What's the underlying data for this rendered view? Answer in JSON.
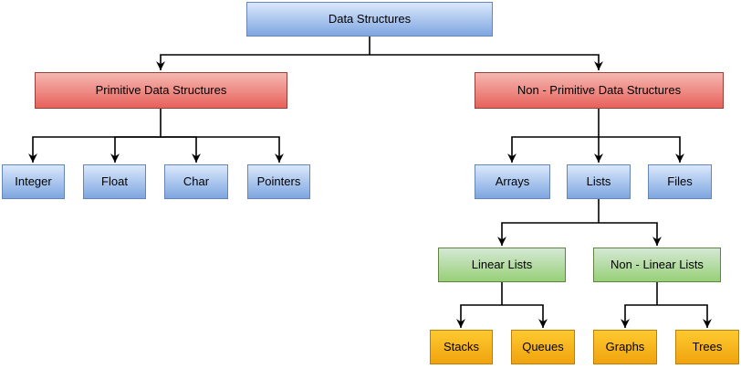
{
  "diagram": {
    "background": "#ffffff",
    "line_color": "#000000",
    "styles": {
      "blue": {
        "top": "#dae8fc",
        "bottom": "#7ea6e0",
        "border": "#6687b5"
      },
      "red": {
        "top": "#f5b7b1",
        "bottom": "#e7625b",
        "border": "#9e3d38"
      },
      "green": {
        "top": "#d5e8d4",
        "bottom": "#97d077",
        "border": "#5f8443"
      },
      "orange": {
        "top": "#fec92f",
        "bottom": "#f0a30e",
        "border": "#bf7d06"
      }
    },
    "nodes": {
      "root": {
        "label": "Data Structures",
        "color": "blue"
      },
      "primitive": {
        "label": "Primitive Data Structures",
        "color": "red"
      },
      "non_primitive": {
        "label": "Non - Primitive Data Structures",
        "color": "red"
      },
      "integer": {
        "label": "Integer",
        "color": "blue"
      },
      "float": {
        "label": "Float",
        "color": "blue"
      },
      "char": {
        "label": "Char",
        "color": "blue"
      },
      "pointers": {
        "label": "Pointers",
        "color": "blue"
      },
      "arrays": {
        "label": "Arrays",
        "color": "blue"
      },
      "lists": {
        "label": "Lists",
        "color": "blue"
      },
      "files": {
        "label": "Files",
        "color": "blue"
      },
      "linear_lists": {
        "label": "Linear Lists",
        "color": "green"
      },
      "non_linear_lists": {
        "label": "Non - Linear Lists",
        "color": "green"
      },
      "stacks": {
        "label": "Stacks",
        "color": "orange"
      },
      "queues": {
        "label": "Queues",
        "color": "orange"
      },
      "graphs": {
        "label": "Graphs",
        "color": "orange"
      },
      "trees": {
        "label": "Trees",
        "color": "orange"
      }
    },
    "edges": [
      {
        "from": "Data Structures",
        "to": "Primitive Data Structures"
      },
      {
        "from": "Data Structures",
        "to": "Non - Primitive Data Structures"
      },
      {
        "from": "Primitive Data Structures",
        "to": "Integer"
      },
      {
        "from": "Primitive Data Structures",
        "to": "Float"
      },
      {
        "from": "Primitive Data Structures",
        "to": "Char"
      },
      {
        "from": "Primitive Data Structures",
        "to": "Pointers"
      },
      {
        "from": "Non - Primitive Data Structures",
        "to": "Arrays"
      },
      {
        "from": "Non - Primitive Data Structures",
        "to": "Lists"
      },
      {
        "from": "Non - Primitive Data Structures",
        "to": "Files"
      },
      {
        "from": "Lists",
        "to": "Linear Lists"
      },
      {
        "from": "Lists",
        "to": "Non - Linear Lists"
      },
      {
        "from": "Linear Lists",
        "to": "Stacks"
      },
      {
        "from": "Linear Lists",
        "to": "Queues"
      },
      {
        "from": "Non - Linear Lists",
        "to": "Graphs"
      },
      {
        "from": "Non - Linear Lists",
        "to": "Trees"
      }
    ]
  }
}
